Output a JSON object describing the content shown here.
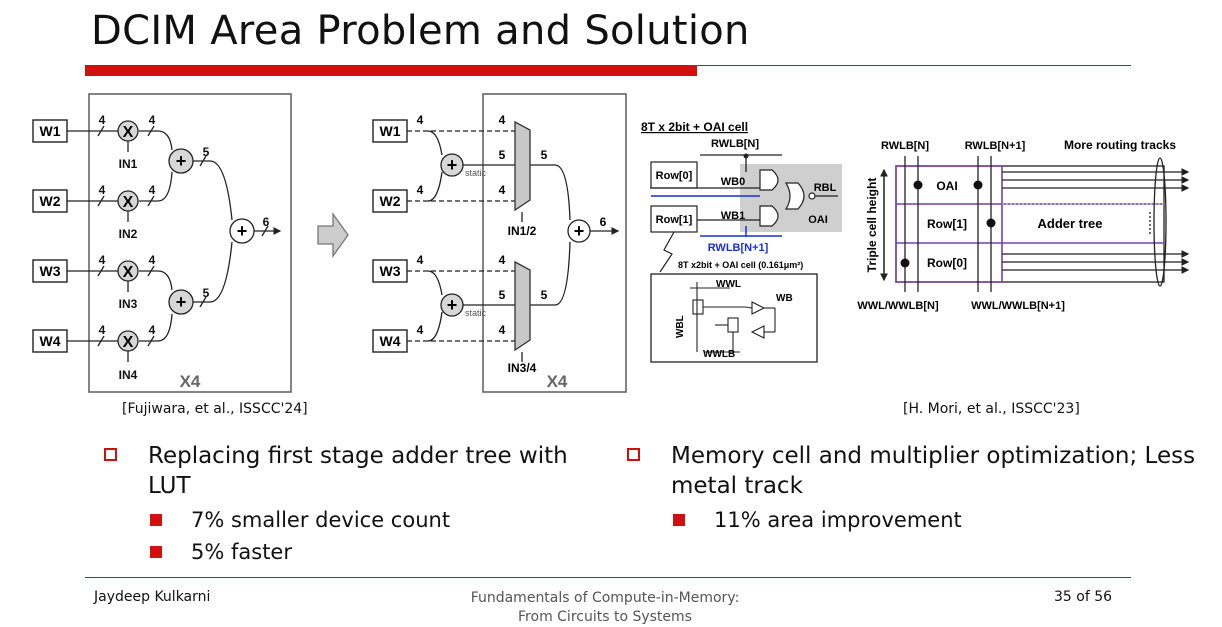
{
  "slide": {
    "title": "DCIM Area Problem and Solution",
    "accent_color": "#d10f0f"
  },
  "left_fig": {
    "weights": [
      "W1",
      "W2",
      "W3",
      "W4"
    ],
    "inputs": [
      "IN1",
      "IN2",
      "IN3",
      "IN4"
    ],
    "mult_symbol": "X",
    "add_symbol": "+",
    "bit4": "4",
    "bit5": "5",
    "bit6": "6",
    "repeat_label": "X4",
    "citation": "[Fujiwara, et al., ISSCC'24]"
  },
  "mid_fig": {
    "weights": [
      "W1",
      "W2",
      "W3",
      "W4"
    ],
    "static_label": "static",
    "sel_labels": [
      "IN1/2",
      "IN3/4"
    ],
    "repeat_label": "X4"
  },
  "right_fig": {
    "cell_title": "8T x 2bit + OAI cell",
    "rwlb_n": "RWLB[N]",
    "rwlb_n1": "RWLB[N+1]",
    "rows": [
      "Row[0]",
      "Row[1]"
    ],
    "wb0": "WB0",
    "wb1": "WB1",
    "rbl": "RBL",
    "oai": "OAI",
    "cell_area": "8T x2bit + OAI cell (0.161μm²)",
    "wwl": "WWL",
    "wb": "WB",
    "wbl": "WBL",
    "wwlb": "WWLB",
    "layout": {
      "rwlb_n": "RWLB[N]",
      "rwlb_n1": "RWLB[N+1]",
      "more_tracks": "More routing tracks",
      "triple_height": "Triple cell height",
      "oai": "OAI",
      "row1": "Row[1]",
      "row0": "Row[0]",
      "adder_tree": "Adder tree",
      "wwl_n": "WWL/WWLB[N]",
      "wwl_n1": "WWL/WWLB[N+1]"
    },
    "citation": "[H. Mori, et al., ISSCC'23]"
  },
  "bullets": {
    "left_main": "Replacing first stage adder tree with LUT",
    "left_subs": [
      "7% smaller device count",
      "5% faster"
    ],
    "right_main": "Memory cell and multiplier optimization; Less metal track",
    "right_subs": [
      "11% area improvement"
    ]
  },
  "footer": {
    "author": "Jaydeep Kulkarni",
    "course_line1": "Fundamentals of Compute-in-Memory:",
    "course_line2": "From Circuits to Systems",
    "page": "35 of 56"
  }
}
